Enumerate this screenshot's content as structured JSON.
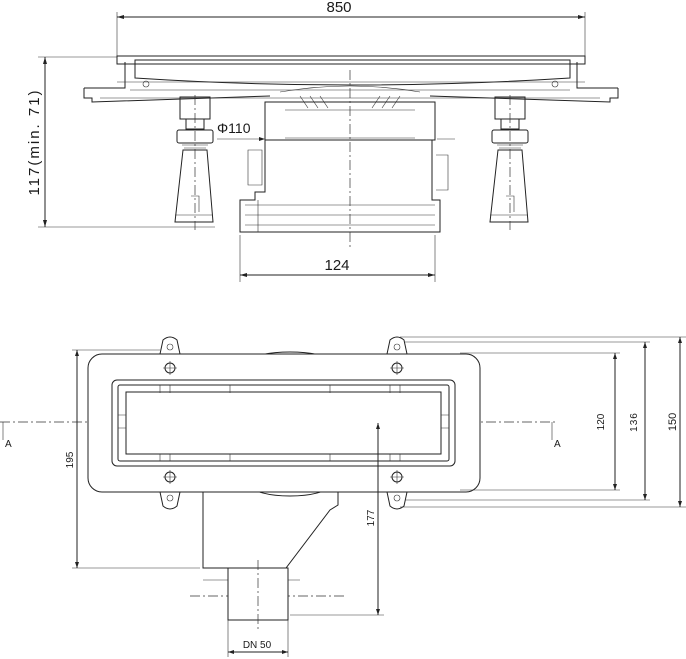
{
  "side_view": {
    "width_dim": "850",
    "height_dim": "117(min. 71)",
    "diameter_dim": "Φ110",
    "body_width_dim": "124"
  },
  "plan_view": {
    "section_mark_left": "A",
    "section_mark_right": "A",
    "overall_height_dim": "195",
    "outlet_depth_dim": "177",
    "outlet_size_dim": "DN 50",
    "inner_dim": "120",
    "frame_dim": "136",
    "lug_dim": "150"
  }
}
